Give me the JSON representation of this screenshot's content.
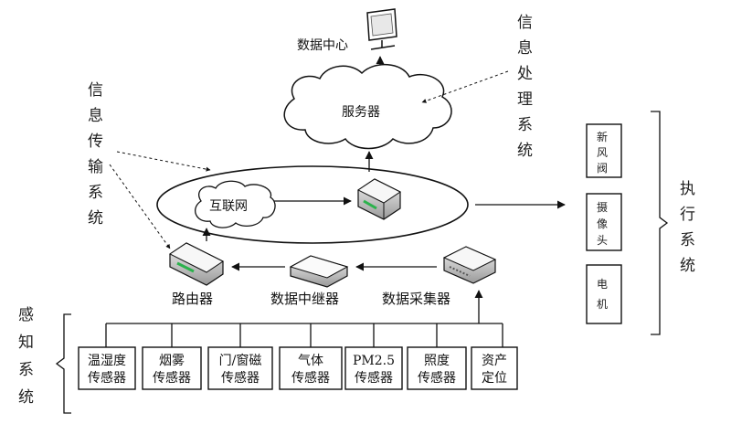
{
  "cloud_top": {
    "server_label": "服务器",
    "datacenter_label": "数据中心"
  },
  "cloud_internet": {
    "label": "互联网"
  },
  "side_labels": {
    "info_processing": [
      "信",
      "息",
      "处",
      "理",
      "系",
      "统"
    ],
    "info_transmission": [
      "信",
      "息",
      "传",
      "输",
      "系",
      "统"
    ],
    "sensing": [
      "感",
      "知",
      "系",
      "统"
    ],
    "execution": [
      "执",
      "行",
      "系",
      "统"
    ]
  },
  "nodes": {
    "router": "路由器",
    "relay": "数据中继器",
    "collector": "数据采集器"
  },
  "actuators": [
    {
      "chars": [
        "新",
        "风",
        "阀"
      ]
    },
    {
      "chars": [
        "摄",
        "像",
        "头"
      ]
    },
    {
      "chars": [
        "电",
        "机"
      ]
    }
  ],
  "sensors": [
    {
      "line1": "温湿度",
      "line2": "传感器"
    },
    {
      "line1": "烟雾",
      "line2": "传感器"
    },
    {
      "line1": "门/窗磁",
      "line2": "传感器"
    },
    {
      "line1": "气体",
      "line2": "传感器"
    },
    {
      "line1": "PM2.5",
      "line2": "传感器"
    },
    {
      "line1": "照度",
      "line2": "传感器"
    },
    {
      "line1": "资产",
      "line2": "定位"
    }
  ]
}
